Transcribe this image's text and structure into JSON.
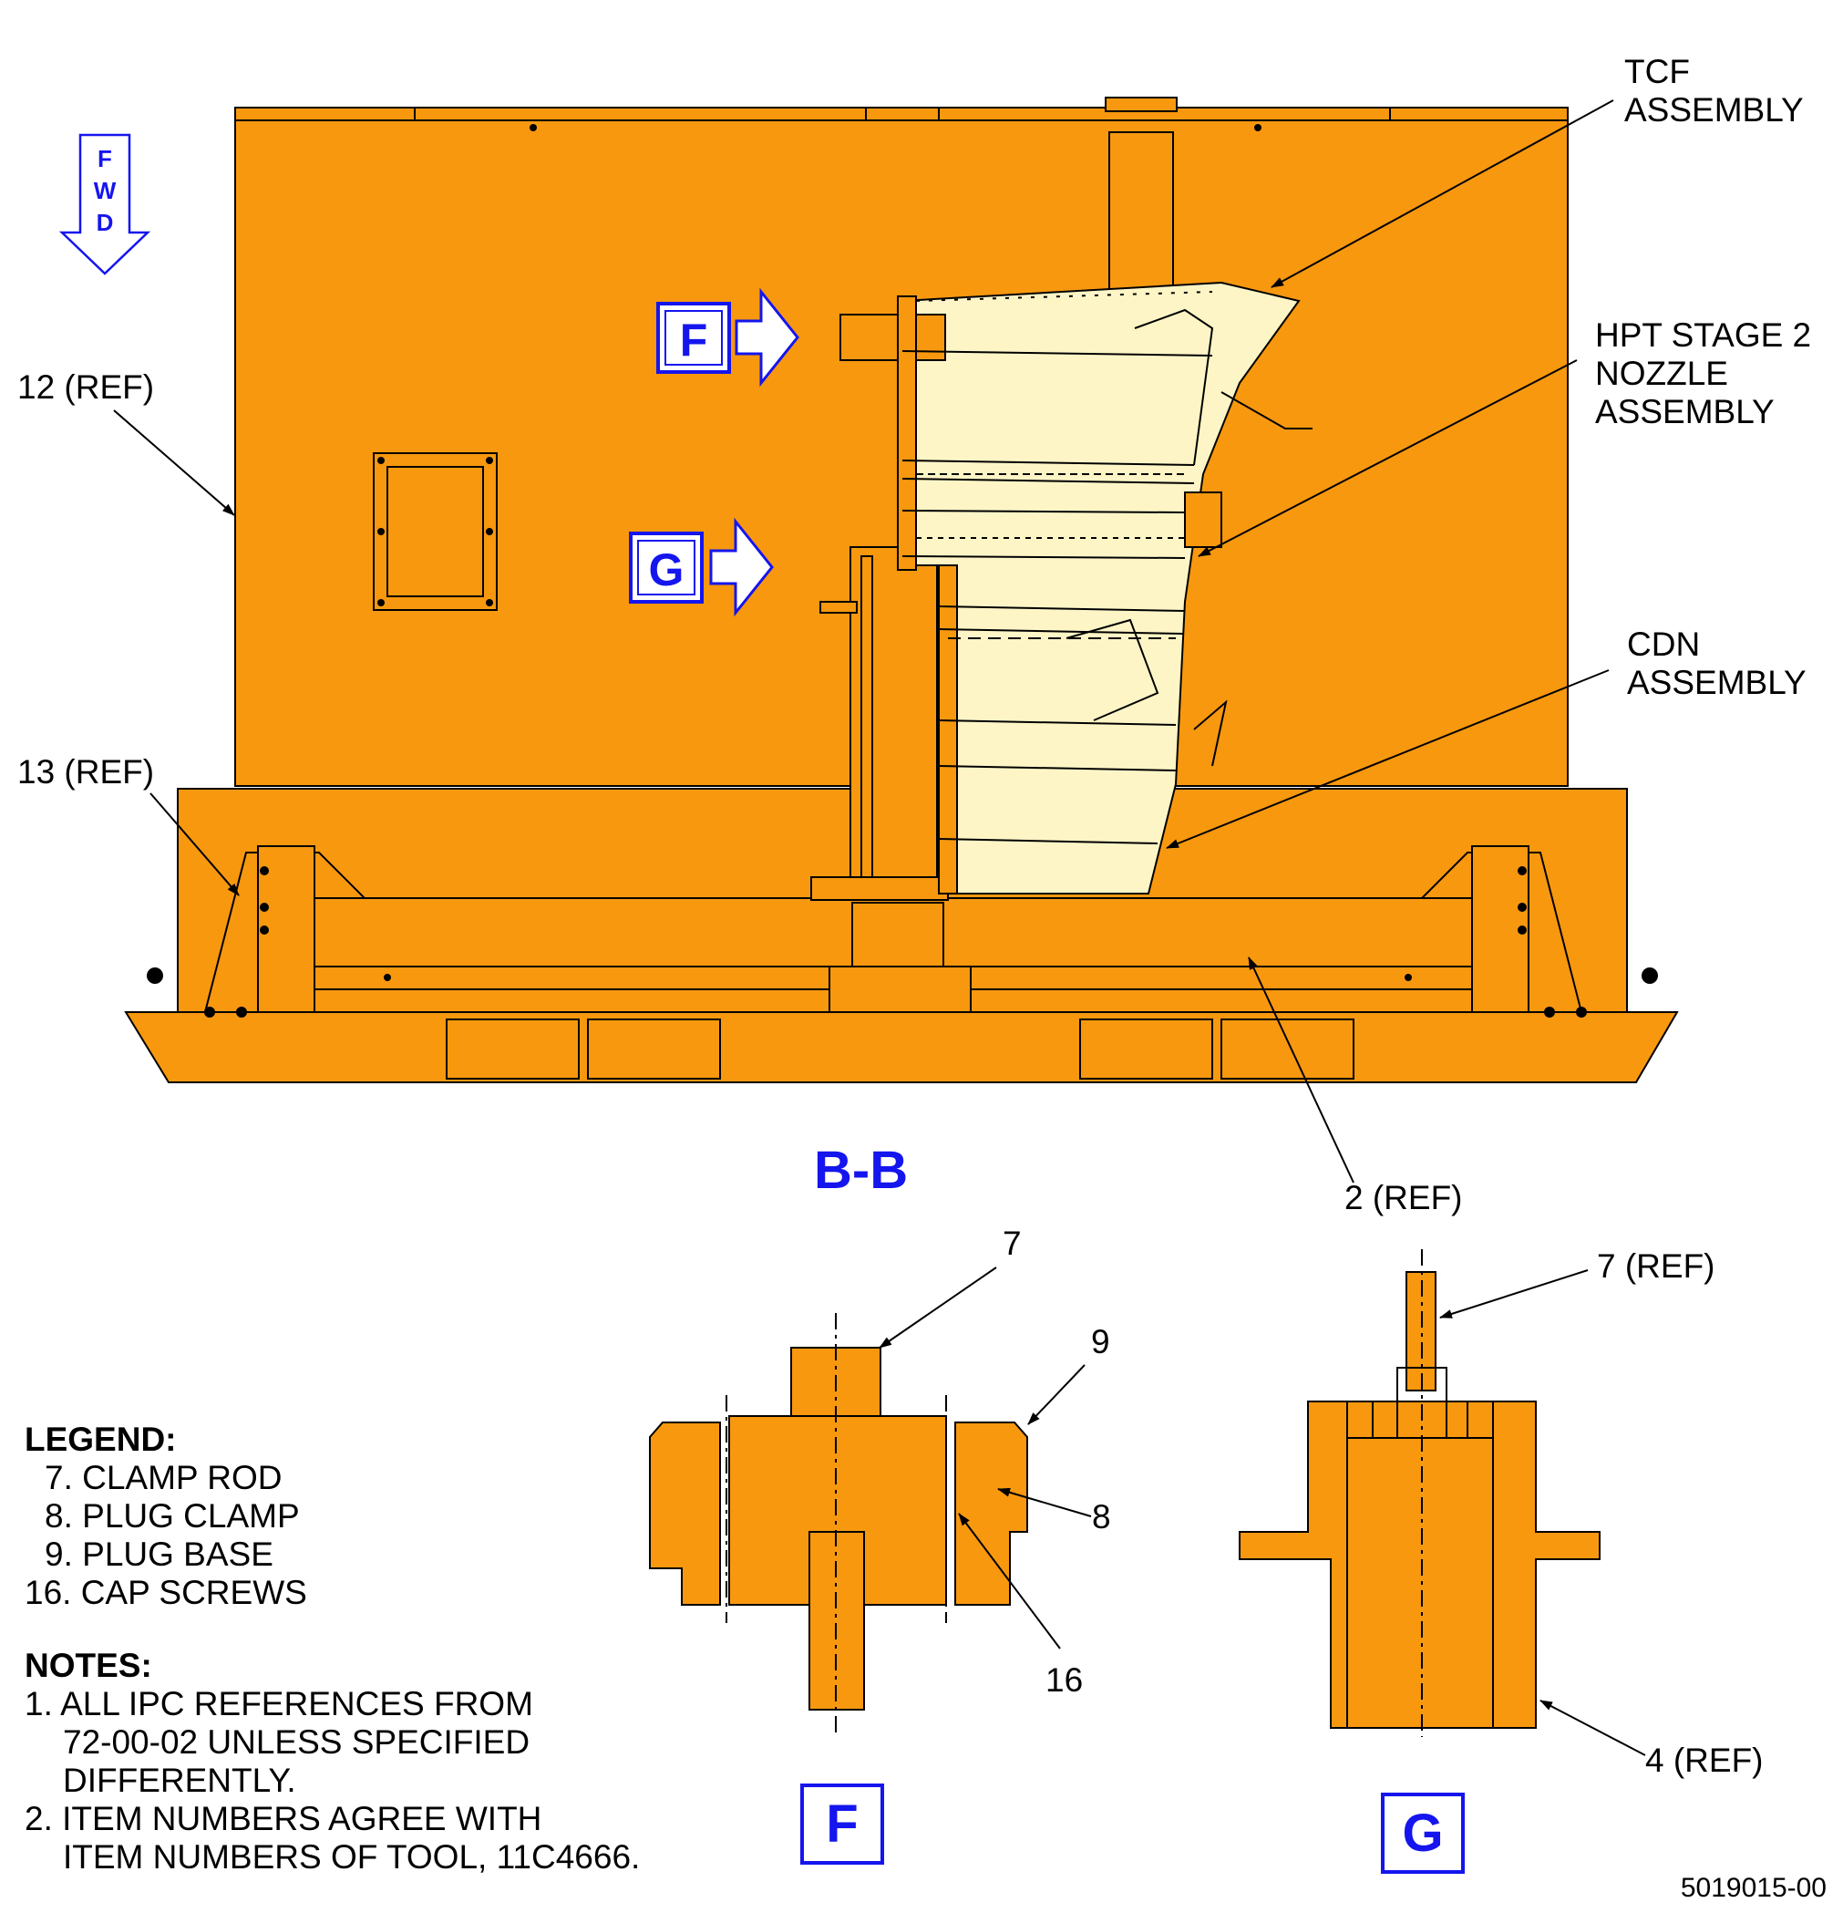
{
  "view_label": "B-B",
  "fwd_label": [
    "F",
    "W",
    "D"
  ],
  "detail_flags": {
    "f": "F",
    "g": "G"
  },
  "callouts": {
    "tcf": [
      "TCF",
      "ASSEMBLY"
    ],
    "hpt": [
      "HPT STAGE 2",
      "NOZZLE",
      "ASSEMBLY"
    ],
    "cdn": [
      "CDN",
      "ASSEMBLY"
    ],
    "ref12": "12 (REF)",
    "ref13": "13 (REF)",
    "ref2": "2 (REF)",
    "item7": "7",
    "item9": "9",
    "item8": "8",
    "item16": "16",
    "ref7": "7 (REF)",
    "ref4": "4 (REF)"
  },
  "legend": {
    "title": "LEGEND:",
    "items": [
      "7. CLAMP ROD",
      "8. PLUG CLAMP",
      "9. PLUG BASE",
      "16. CAP SCREWS"
    ]
  },
  "notes": {
    "title": "NOTES:",
    "items": [
      {
        "num": "1.",
        "lines": [
          "ALL IPC REFERENCES FROM",
          "72-00-02 UNLESS SPECIFIED",
          "DIFFERENTLY."
        ]
      },
      {
        "num": "2.",
        "lines": [
          "ITEM NUMBERS AGREE WITH",
          "ITEM NUMBERS OF TOOL, 11C4666."
        ]
      }
    ]
  },
  "document_number": "5019015-00",
  "colors": {
    "fixture": "#f7980f",
    "engine": "#fdf5c6",
    "flag": "#1515ee",
    "outline": "#000000"
  }
}
